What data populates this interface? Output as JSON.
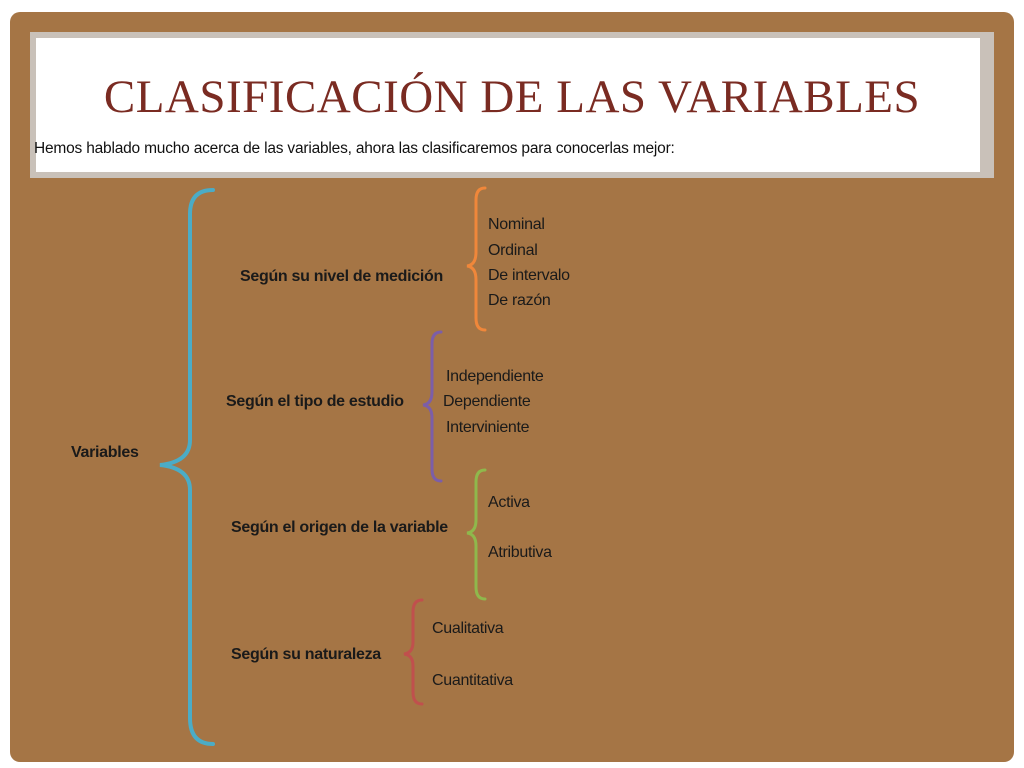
{
  "title": "CLASIFICACIÓN DE LAS VARIABLES",
  "subtitle": "Hemos hablado mucho acerca de las variables, ahora las clasificaremos  para conocerlas mejor:",
  "root": "Variables",
  "groups": [
    {
      "label": "Según su nivel de medición",
      "color": "#f0873a",
      "items": [
        "Nominal",
        "Ordinal",
        "De intervalo",
        "De razón"
      ]
    },
    {
      "label": "Según el tipo de estudio",
      "color": "#7c5ea8",
      "items": [
        "Independiente",
        "Dependiente",
        "Interviniente"
      ]
    },
    {
      "label": "Según el origen de la variable",
      "color": "#8fb84c",
      "items": [
        "Activa",
        "Atributiva"
      ]
    },
    {
      "label": "Según su naturaleza",
      "color": "#c0504d",
      "items": [
        "Cualitativa",
        "Cuantitativa"
      ]
    }
  ],
  "main_bracket_color": "#4bacc6"
}
